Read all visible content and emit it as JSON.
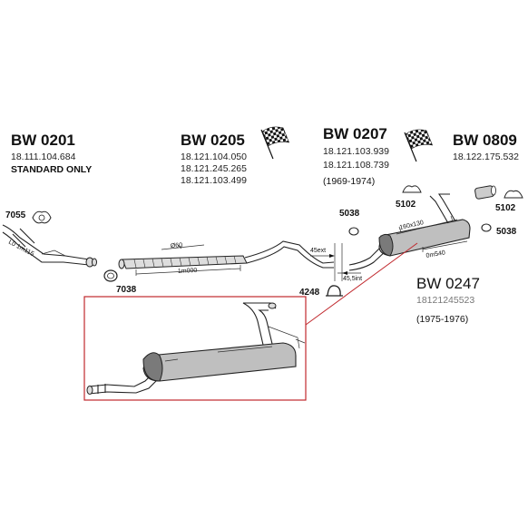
{
  "groups": {
    "bw0201": {
      "code": "BW 0201",
      "part_number": "18.111.104.684",
      "note": "STANDARD ONLY"
    },
    "bw0205": {
      "code": "BW 0205",
      "part_numbers": [
        "18.121.104.050",
        "18.121.245.265",
        "18.121.103.499"
      ]
    },
    "bw0207": {
      "code": "BW 0207",
      "part_numbers": [
        "18.121.103.939",
        "18.121.108.739"
      ],
      "years": "(1969-1974)"
    },
    "bw0809": {
      "code": "BW 0809",
      "part_number": "18.122.175.532"
    },
    "bw0247": {
      "code": "BW 0247",
      "part_number": "18121245523",
      "years": "(1975-1976)"
    }
  },
  "part_labels": {
    "p7055": "7055",
    "p7038": "7038",
    "p4248": "4248",
    "p5038_top": "5038",
    "p5102_left": "5102",
    "p5102_right": "5102",
    "p5038_right": "5038"
  },
  "dimensions": {
    "front_pipe": "L0 1m115",
    "diameter": "Ø60",
    "mid_length": "1m000",
    "ext": "45ext",
    "int": "45,5int",
    "rear_box": "160x130",
    "rear_length": "0m540"
  },
  "colors": {
    "callout_box": "#c0282d",
    "leader_line": "#c0282d"
  }
}
